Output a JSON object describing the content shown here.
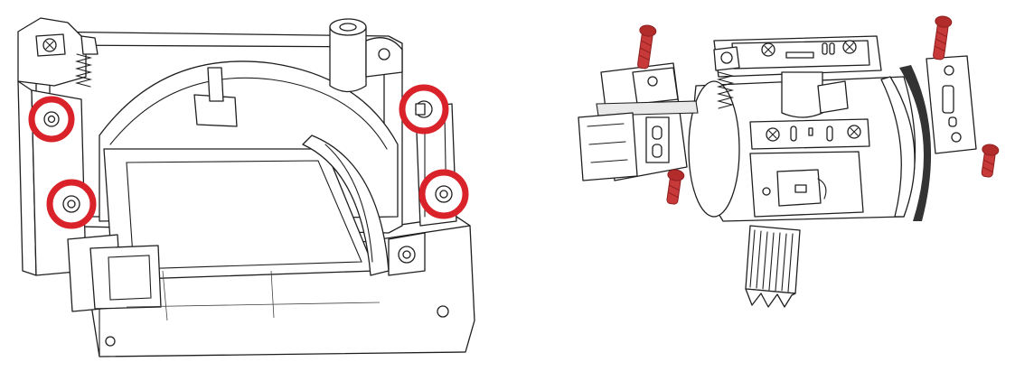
{
  "colors": {
    "highlight": "#d9222a",
    "screw_body": "#c83a3a",
    "screw_dark": "#8e1f1f",
    "line": "#1f1f1f",
    "background": "#ffffff"
  },
  "left_view": {
    "highlighted_screw_holes": 4,
    "icons": [
      "housing-frame",
      "mounting-hole-ring"
    ]
  },
  "right_view": {
    "loose_screws": 4,
    "icons": [
      "mechanism-assembly",
      "screw-icon",
      "knurled-shaft"
    ]
  }
}
